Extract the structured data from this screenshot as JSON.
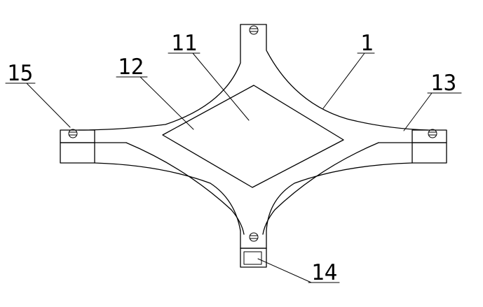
{
  "figure": {
    "callouts": [
      {
        "id": "1",
        "label": "1"
      },
      {
        "id": "11",
        "label": "11"
      },
      {
        "id": "12",
        "label": "12"
      },
      {
        "id": "13",
        "label": "13"
      },
      {
        "id": "14",
        "label": "14"
      },
      {
        "id": "15",
        "label": "15"
      }
    ],
    "colors": {
      "stroke": "#000000",
      "background": "#ffffff"
    }
  }
}
